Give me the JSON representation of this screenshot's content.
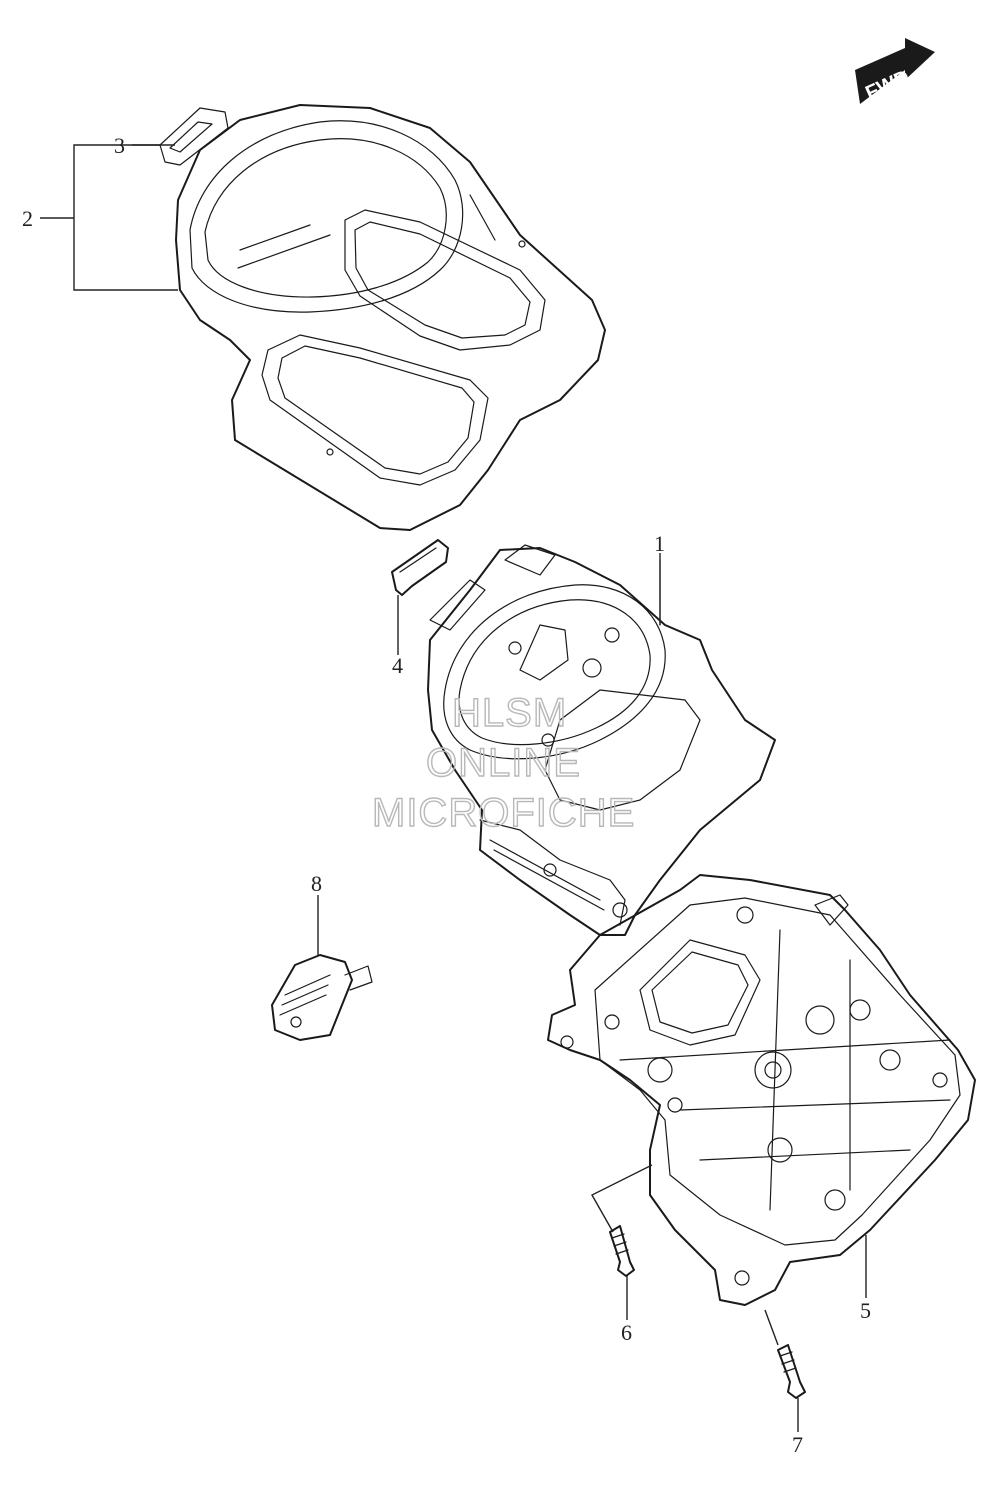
{
  "callouts": {
    "c1": "1",
    "c2": "2",
    "c3": "3",
    "c4": "4",
    "c5": "5",
    "c6": "6",
    "c7": "7",
    "c8": "8"
  },
  "direction_badge": {
    "label": "FWD"
  },
  "watermark": {
    "line1": "HLSM",
    "line2": "ONLINE",
    "line3": "MICROFICHE"
  }
}
